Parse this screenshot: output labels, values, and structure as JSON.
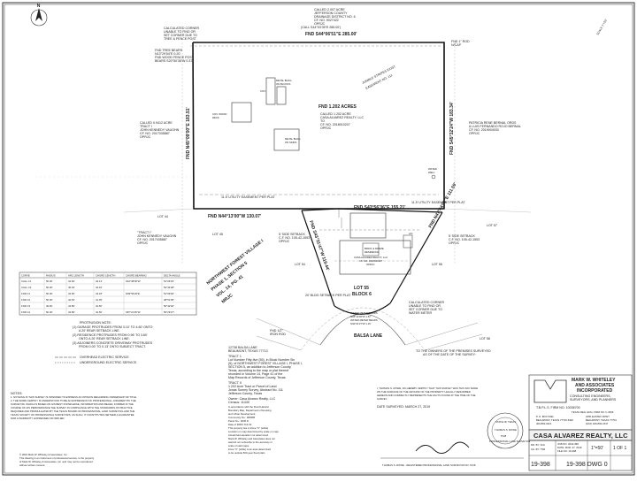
{
  "drawing": {
    "north_arrow": "N",
    "scale": "SCALE 1\"=50'"
  },
  "labels": {
    "called_top": [
      "CALLED 2.007 ACRE",
      "JEFFERSON COUNTY",
      "DRAINAGE DISTRICT NO. 6",
      "CF. NO. 9027422",
      "OPRJC"
    ],
    "called_corner": [
      "CALCULATED CORNER",
      "UNABLE TO FIND OR",
      "SET CORNER DUE TO",
      "TREE & FENCE POST"
    ],
    "fnd_tree": [
      "FND TREE BEARS",
      "N13°29'54\"E 0.20'",
      "FND WOOD FENCE POST",
      "BEARS S20°50'36\"W 0.37'"
    ],
    "fnd_rod_top_right": [
      "FND 1\" ROD",
      "N/CAP"
    ],
    "top_bearing_call": "(CALL S44°03'35\"E 285.00')",
    "top_bearing": "FND S44°06'51\"E 285.00'",
    "lot_area": "FND 1.202 ACRES",
    "lot_called": [
      "CALLED 1.202 ACRE",
      "CASA ALVAREZ REALTY, LLC",
      "TO",
      "CF. NO. 2018010207",
      "OPRJC"
    ],
    "left_owner": [
      "CALLED 0.9412 ACRE",
      "TRACT I",
      "JOHN KENNEDY VAUGHN",
      "CF. NO. 2017035887",
      "OPRJC"
    ],
    "left_owner2": [
      "\"TRACT I\"",
      "JOHN KENNEDY VAUGHN",
      "CF. NO. 2017035887",
      "OPRJC"
    ],
    "right_owner": [
      "PATRICIA RENE BERNAL ORDS",
      "& LUIS FERNANDO ROJO BERNAL",
      "CF. NO. 2019004030",
      "OPRJC"
    ],
    "left_bearing": "FND N45°09'00\"E 183.51'",
    "right_bearing": "FND S45°32'24\"W 183.34'",
    "mid_bearing_left": "FND N44°13'00\"W 130.07'",
    "mid_bearing_right": "FND S43°56'36\"E 155.21'",
    "utility_easement": "11.5' UTILITY EASEMENT PER PLAT",
    "utility_easement_right": "11.5' UTILITY EASEMENT PER PLAT",
    "garage_easement": "20' BLDG SETBACK PER PLAT",
    "diagonal_label": [
      "JUMBLE STRIPES EXIST",
      "EASEMENT NO. 111"
    ],
    "metal_bldg": [
      "METAL BLDG.",
      "ON BLOCKS"
    ],
    "metal_bldg2": [
      "METAL BLDG.",
      "ON SKIDS"
    ],
    "cov": "COV.",
    "cov_wood_deck": [
      "COV. WOOD",
      "DECK"
    ],
    "water_well": [
      "WATER",
      "WELL"
    ],
    "lot_number": "LOT 55",
    "block_number": "BLOCK 6",
    "subdivision": [
      "NORTHWEST FOREST VILLAGE I",
      "PHASE 1, SECTION 5",
      "VOL. 14, PG. 41",
      "MRJC"
    ],
    "residence": [
      "BRICK & FRAME",
      "RESIDENCE",
      "CASA ALVAREZ REALTY, LLC",
      "CF. NO. 2018010207",
      "OPRJC"
    ],
    "street": "BALSA LANE",
    "lot_left": "LOT 54",
    "lot_right": "LOT 56",
    "lot_far_left": "LOT 44",
    "lot_far_right": "LOT 57",
    "lot_far_left2": "LOT 45",
    "lot_58": "LOT 58",
    "ac_label": "A/C",
    "fnd_rods": [
      "FND 1/2\"",
      "IRON ROD"
    ],
    "calc_corner_right": [
      "CALCULATED CORNER",
      "UNABLE TO FIND OR",
      "SET CORNER DUE TO",
      "WATER METER"
    ],
    "water_meter": [
      "WATER METER BEARS",
      "N45°13'36\"W 1.57'",
      "WATER METER BEARS",
      "N40°01'27\"W 1.15'"
    ],
    "side_setback_left": [
      "5' SIDE SETBACK",
      "C.F. NO. 105-42-1553",
      "OPRJC"
    ],
    "side_setback_right": [
      "5' SIDE SETBACK",
      "C.F. NO. 105-42-1553",
      "OPRJC"
    ],
    "side_dim_left": "FND S43°31'47\"W 119.44'",
    "side_dim_right": "FND N47°44'02\"E 111.59'"
  },
  "curve_table": {
    "headers": [
      "CURVE",
      "RADIUS",
      "ARC LENGTH",
      "CHORD LENGTH",
      "CHORD BEARING",
      "DELTA ANGLE"
    ],
    "rows": [
      [
        "CALL C1",
        "50.00'",
        "44.60'",
        "43.14'",
        "S44°38'08\"W",
        "51°06'04\""
      ],
      [
        "CALL C2",
        "50.00'",
        "46.03'",
        "44.42'",
        "",
        "52°44'28\""
      ],
      [
        "FND C1",
        "50.00'",
        "44.65'",
        "43.18'",
        "N09°56'26\"E",
        "51°09'49\""
      ],
      [
        "FND C2",
        "50.00'",
        "42.63'",
        "41.35'",
        "",
        "48°51'05\""
      ],
      [
        "FND C3",
        "49.60'",
        "43.89'",
        "42.50'",
        "",
        "50°42'02\""
      ],
      [
        "FND C4",
        "50.00'",
        "43.89'",
        "42.50'",
        "S87°21'35\"W",
        "50°29'27\""
      ]
    ]
  },
  "protrusion_note": [
    "PROTRUSION NOTE:",
    "(1) GARAGE PROTRUDES FROM 3.10' TO 4.60' ONTO",
    "A 20' REAR SETBACK LINE.",
    "(2) RESIDENCE PROTRUDES FROM 0.96' TO 3.60'",
    "ONTO A 20' REAR SETBACK LINE.",
    "(3) ADJOINERS CONCRETE DRIVEWAY PROTRUDES",
    "FROM 0.00' TO 0.13' ONTO SUBJECT TRACT."
  ],
  "legend": [
    "OVERHEAD ELECTRIC SERVICE",
    "UNDERGROUND ELECTRIC SERVICE"
  ],
  "address": [
    "12738 BALSA LANE",
    "BEAUMONT, TEXAS 77713"
  ],
  "legal_description": [
    "TRACT 1",
    "Lot Number Fifty-five (55), in Block Number Six",
    "(6), of NORTHWEST FOREST VILLAGE I, PHASE I,",
    "SECTION 5, an addition to Jefferson County,",
    "Texas, according to the map or plat thereof",
    "recorded in Volume 14, Page 41 of the",
    "Map Records of Jefferson County, Texas.",
    "TRACT II",
    "1.202 Acre Tract or Parcel of Land",
    "Jonas Surney Survey, Abstract No. 111",
    "Jefferson County, Texas"
  ],
  "owner_info": [
    "Owner: Casa Alvarez Realty, LLC",
    "Census: 11430"
  ],
  "flood_info": [
    "In accordance with the Flood Hazard",
    "Boundary Map, Department of Housing",
    "and Urban Development,",
    "Community No.: 480385",
    "Panel No.: 0045 D",
    "Date of FIRM: 8-6-02",
    "This property lies in Zone \"X\" (white)",
    "Location on map determined by scale on map.",
    "Actual field elevation not determined.",
    "Mark W. Whiteley and Associates does not",
    "warrant nor subscribe to the accuracy or",
    "scale of said maps.",
    "Zone \"X\" (white) is an area determined",
    "to be outside 500-year flood plain."
  ],
  "notes": [
    "NOTES:",
    "1. NOTHING IN THIS SURVEY IS INTENDED TO EXPRESS AN OPINION REGARDING OWNERSHIP OR TITLE.",
    "2. THE WORD CERTIFY IS UNDERSTOOD TO BE AN EXPRESSION OF PROFESSIONAL JUDGMENT BY THE",
    "SURVEYOR, WHICH IS BASED ON HIS BEST KNOWLEDGE, INFORMATION AND BELIEF, FORMED IN THE",
    "COURSE OF HIS PERFORMANCE THE SURVEY IN COMPLIANCE WITH THE STANDARDS OF PRACTICE",
    "REQUIRED AND PROMULGATED BY THE TEXAS BOARD OF PROFESSIONAL LAND SURVEYING AND THE",
    "TEXAS SOCIETY OF PROFESSIONAL SURVEYORS. AS SUCH, IT CONSTITUTES NEITHER A GUARANTEE",
    "NOR A WARRANTY, EXPRESSED OR IMPLIED."
  ],
  "copyright": [
    "© 2019 Mark W. Whiteley & Associates, Inc.",
    "This drawing is an instrument of professional service, is the property",
    "of Mark W. Whiteley & Associates, Inc. and may not be reproduced",
    "without written consent."
  ],
  "certification": {
    "to_owners": [
      "TO THE OWNERS OF THE PREMISES SURVEYED",
      "AS OF THE DATE OF THE SURVEY:"
    ],
    "statement": [
      "I, THOMAS S. ROWE, DO HEREBY CERTIFY THAT THIS SURVEY WAS THIS DAY MADE",
      "ON THE SURFACE OF THE GROUND OF THE PROPERTY LEGALLY DESCRIBED",
      "HEREON AND CORRECTLY REPRESENTS THE FACTS FOUND AT THE TIME OF THE",
      "SURVEY."
    ],
    "date_surveyed": "DATE SURVEYED:  MARCH 27, 2019",
    "signer": "THOMAS S. ROWE  -  REGISTERED PROFESSIONAL LAND SURVEYOR NO. 5728",
    "seal": [
      "STATE OF TEXAS",
      "THOMAS S. ROWE",
      "5728",
      "PROFESSIONAL LAND SURVEYOR"
    ]
  },
  "firm": {
    "name": [
      "MARK W. WHITELEY",
      "AND ASSOCIATES",
      "INCORPORATED"
    ],
    "subtitle": [
      "CONSULTING ENGINEERS,",
      "SURVEYORS, AND PLANNERS"
    ],
    "firm_no": "T.B.P.L.S. FIRM NO. 10036700",
    "firm_no2": "TEXAS REG. ENG. FIRM NO. F-3636",
    "address_left": [
      "P. O. BOX 5492",
      "BEAUMONT, TEXAS 77726-5492",
      "409-892-0421"
    ],
    "address_right": [
      "3250 EASTEX FRWY",
      "BEAUMONT, TEXAS 77703",
      "(FAX) 409-892-1547"
    ]
  },
  "client": "CASA ALVAREZ REALTY, LLC",
  "title_block": {
    "drawn_by": [
      "DR. BY: KLK",
      "CH. BY: TSR"
    ],
    "job_no": [
      "JOB NO: 2019-398",
      "DATE: MAR. 27, 2019",
      "FILE NO: 19-398"
    ],
    "scale": "1\"=50'",
    "sheet": "1 OF 1",
    "dwg": "19-398 DWG 0",
    "dwg_no": "19-398"
  }
}
